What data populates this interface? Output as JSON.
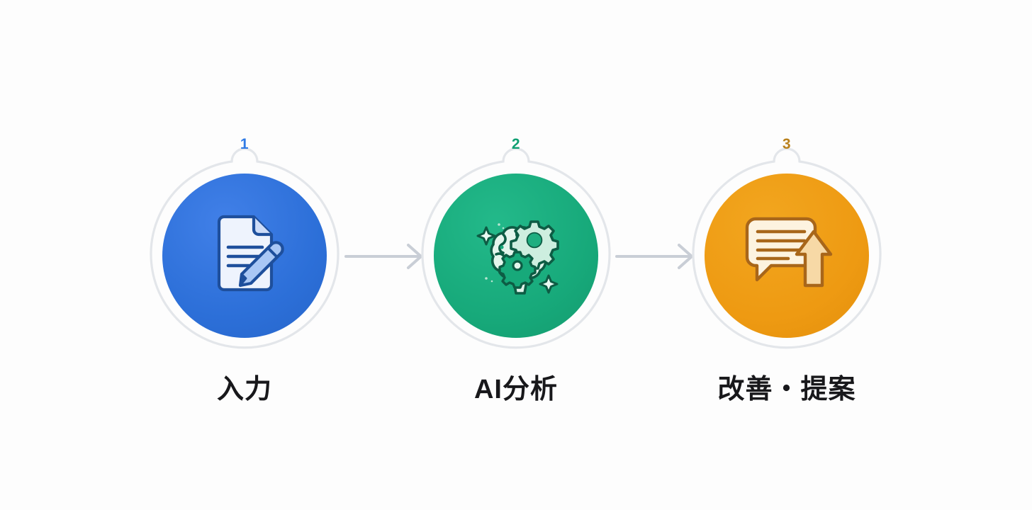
{
  "page": {
    "background_color": "#fdfdfd",
    "type": "process-flow-diagram",
    "orientation": "horizontal",
    "step_count": 3
  },
  "steps": [
    {
      "number": "1",
      "label": "入力",
      "icon_name": "document-pencil-icon",
      "disc_color": "#2c6fd8",
      "disc_color_light": "#3b7ce6",
      "number_color": "#2f7ae5",
      "ring_color": "#e3e6ea",
      "icon_fill": "#eef3fd",
      "icon_stroke": "#1e4f9c",
      "icon_accent": "#a9c7f5"
    },
    {
      "number": "2",
      "label": "AI分析",
      "icon_name": "brain-gears-icon",
      "disc_color": "#17a97a",
      "disc_color_light": "#21b184",
      "number_color": "#0e9f72",
      "ring_color": "#e3e6ea",
      "icon_fill": "#e3f5ec",
      "icon_stroke": "#0d5c44",
      "icon_accent": "#b7e4d1"
    },
    {
      "number": "3",
      "label": "改善・提案",
      "icon_name": "speech-bubble-arrow-up-icon",
      "disc_color": "#ee9a12",
      "disc_color_light": "#f0a41f",
      "number_color": "#b9801b",
      "ring_color": "#e3e6ea",
      "icon_fill": "#fdf3e0",
      "icon_stroke": "#a8661a",
      "icon_accent": "#f7d9a6"
    }
  ],
  "connectors": [
    {
      "name": "arrow-step1-to-step2",
      "direction": "right",
      "color": "#c9ced6"
    },
    {
      "name": "arrow-step2-to-step3",
      "direction": "right",
      "color": "#c9ced6"
    }
  ]
}
